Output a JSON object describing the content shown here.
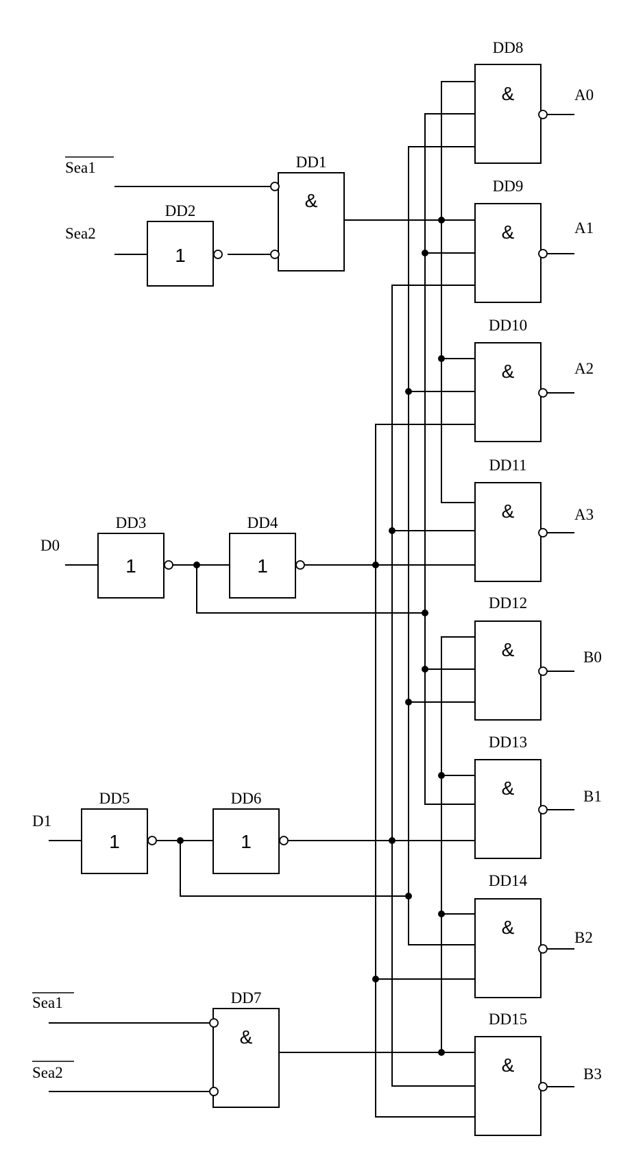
{
  "inputs": {
    "sea1_top": "Sea1",
    "sea2_top": "Sea2",
    "d0": "D0",
    "d1": "D1",
    "sea1_bottom": "Sea1",
    "sea2_bottom": "Sea2"
  },
  "gates": {
    "dd1": {
      "name": "DD1",
      "symbol": "&"
    },
    "dd2": {
      "name": "DD2",
      "symbol": "1"
    },
    "dd3": {
      "name": "DD3",
      "symbol": "1"
    },
    "dd4": {
      "name": "DD4",
      "symbol": "1"
    },
    "dd5": {
      "name": "DD5",
      "symbol": "1"
    },
    "dd6": {
      "name": "DD6",
      "symbol": "1"
    },
    "dd7": {
      "name": "DD7",
      "symbol": "&"
    },
    "dd8": {
      "name": "DD8",
      "symbol": "&"
    },
    "dd9": {
      "name": "DD9",
      "symbol": "&"
    },
    "dd10": {
      "name": "DD10",
      "symbol": "&"
    },
    "dd11": {
      "name": "DD11",
      "symbol": "&"
    },
    "dd12": {
      "name": "DD12",
      "symbol": "&"
    },
    "dd13": {
      "name": "DD13",
      "symbol": "&"
    },
    "dd14": {
      "name": "DD14",
      "symbol": "&"
    },
    "dd15": {
      "name": "DD15",
      "symbol": "&"
    }
  },
  "outputs": {
    "a0": "A0",
    "a1": "A1",
    "a2": "A2",
    "a3": "A3",
    "b0": "B0",
    "b1": "B1",
    "b2": "B2",
    "b3": "B3"
  }
}
